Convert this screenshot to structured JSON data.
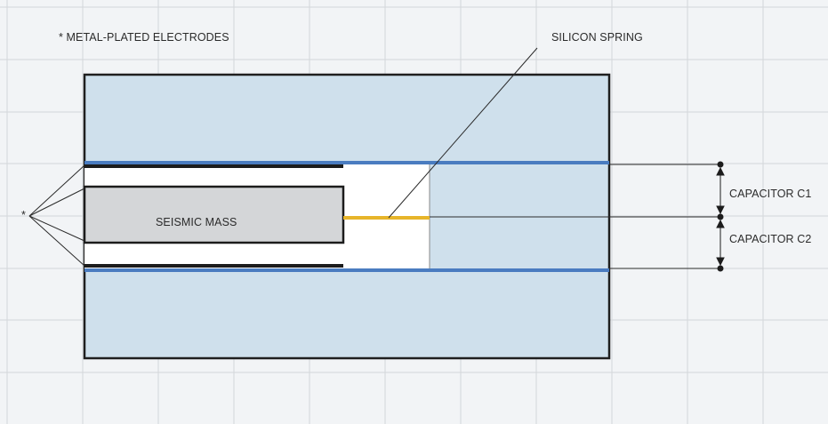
{
  "diagram": {
    "electrodes_note": "* METAL-PLATED ELECTRODES",
    "spring_label": "SILICON SPRING",
    "mass_label": "SEISMIC MASS",
    "capacitor_c1_label": "CAPACITOR C1",
    "capacitor_c2_label": "CAPACITOR C2",
    "asterisk": "*"
  },
  "colors": {
    "background": "#f2f4f6",
    "grid": "#d3d6da",
    "housing_fill": "#cfe0ec",
    "housing_border": "#1f1f1f",
    "mass_fill": "#d4d6d8",
    "electrode_blue": "#4a7cc0",
    "electrode_dark": "#1c1c1c",
    "spring": "#e7b52a"
  }
}
